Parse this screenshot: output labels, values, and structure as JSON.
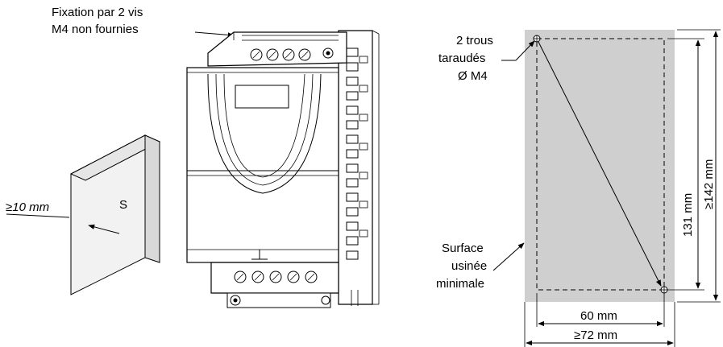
{
  "mounting_label": [
    "Fixation par 2 vis",
    "M4 non fournies"
  ],
  "wall": {
    "clearance_label": "≥10 mm",
    "surface_letter": "S"
  },
  "drilling_plan": {
    "holes_label": [
      "2 trous",
      "taraudés",
      "Ø M4"
    ],
    "surface_label": [
      "Surface",
      "usinée",
      "minimale"
    ],
    "dim_height_inner": "131 mm",
    "dim_height_outer": "≥142 mm",
    "dim_width_inner": "60 mm",
    "dim_width_outer": "≥72 mm",
    "fill_color": "#cfcfcf"
  },
  "icons": [
    "arrow-icon",
    "ground-symbol-icon",
    "screw-terminal-icon"
  ]
}
